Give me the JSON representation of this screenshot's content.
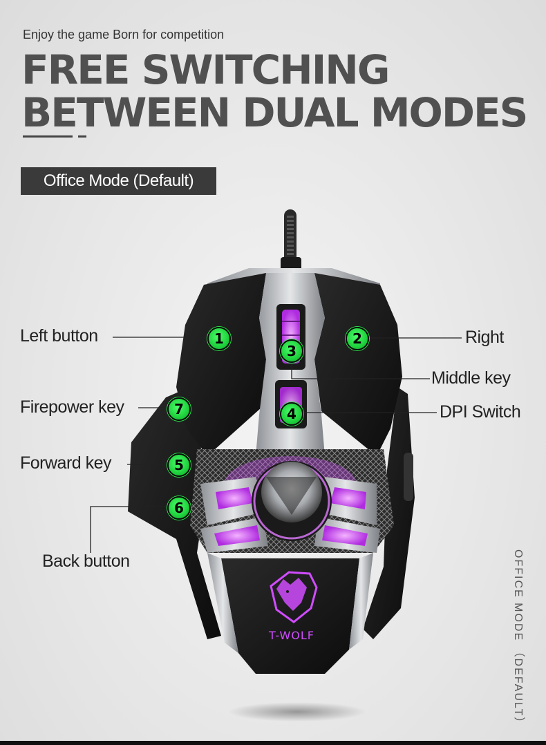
{
  "header": {
    "tagline": "Enjoy the game Born for competition",
    "headline_line1": "FREE SWITCHING",
    "headline_line2": "BETWEEN DUAL MODES"
  },
  "mode_badge": "Office Mode (Default)",
  "callouts": [
    {
      "number": "1",
      "label": "Left button"
    },
    {
      "number": "2",
      "label": "Right"
    },
    {
      "number": "3",
      "label": "Middle key"
    },
    {
      "number": "4",
      "label": "DPI Switch"
    },
    {
      "number": "5",
      "label": "Forward key"
    },
    {
      "number": "6",
      "label": "Back button"
    },
    {
      "number": "7",
      "label": "Firepower key"
    }
  ],
  "logo_text": "T-WOLF",
  "side_caption": "OFFICE MODE （DEFAULT）",
  "colors": {
    "badge_green": "#22d63f",
    "glow_purple": "#d64bff",
    "shell_black": "#151515",
    "metal_silver": "#b9bcc0",
    "badge_bg": "#3a3a3a"
  }
}
